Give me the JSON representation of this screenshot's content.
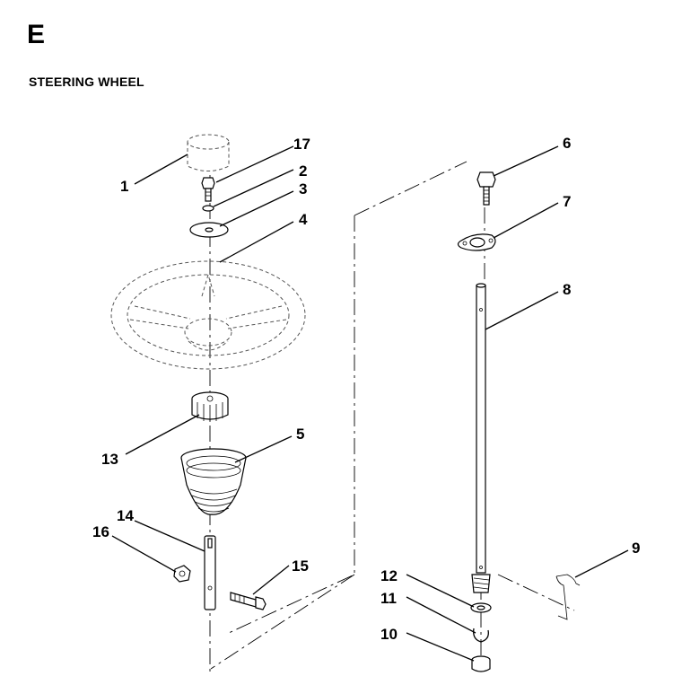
{
  "header": {
    "section_letter": "E",
    "title": "STEERING WHEEL"
  },
  "callouts": [
    "1",
    "2",
    "3",
    "4",
    "5",
    "6",
    "7",
    "8",
    "9",
    "10",
    "11",
    "12",
    "13",
    "14",
    "15",
    "16",
    "17"
  ]
}
